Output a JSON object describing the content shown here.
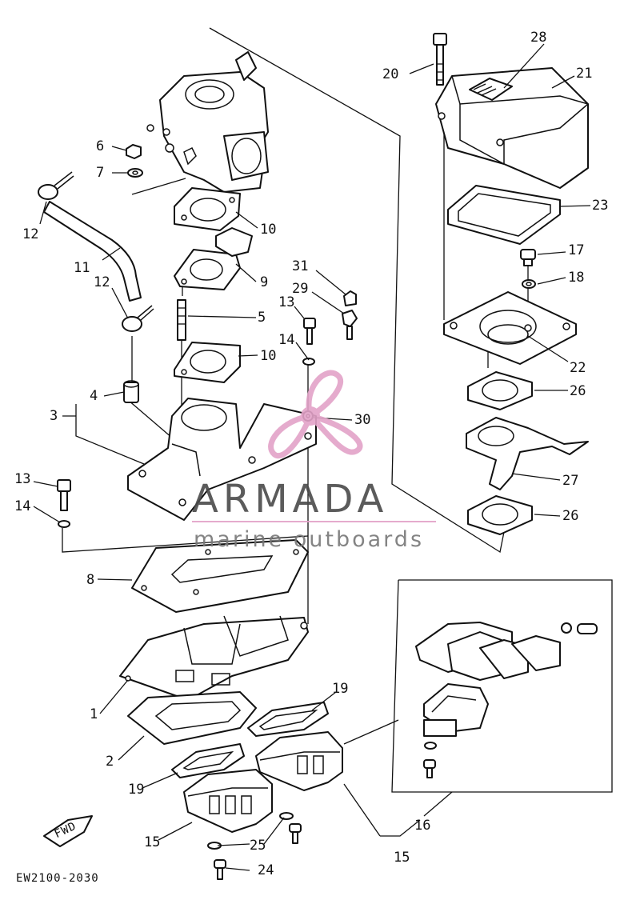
{
  "diagram": {
    "code": "EW2100-2030",
    "fwd_label": "FWD",
    "callouts": [
      {
        "id": "c28",
        "text": "28"
      },
      {
        "id": "c21",
        "text": "21"
      },
      {
        "id": "c20",
        "text": "20"
      },
      {
        "id": "c23",
        "text": "23"
      },
      {
        "id": "c17",
        "text": "17"
      },
      {
        "id": "c18",
        "text": "18"
      },
      {
        "id": "c22",
        "text": "22"
      },
      {
        "id": "c26a",
        "text": "26"
      },
      {
        "id": "c27",
        "text": "27"
      },
      {
        "id": "c26b",
        "text": "26"
      },
      {
        "id": "c6",
        "text": "6"
      },
      {
        "id": "c7",
        "text": "7"
      },
      {
        "id": "c12a",
        "text": "12"
      },
      {
        "id": "c10a",
        "text": "10"
      },
      {
        "id": "c11",
        "text": "11"
      },
      {
        "id": "c9",
        "text": "9"
      },
      {
        "id": "c31",
        "text": "31"
      },
      {
        "id": "c12b",
        "text": "12"
      },
      {
        "id": "c29",
        "text": "29"
      },
      {
        "id": "c13a",
        "text": "13"
      },
      {
        "id": "c5",
        "text": "5"
      },
      {
        "id": "c14a",
        "text": "14"
      },
      {
        "id": "c10b",
        "text": "10"
      },
      {
        "id": "c4",
        "text": "4"
      },
      {
        "id": "c3",
        "text": "3"
      },
      {
        "id": "c30",
        "text": "30"
      },
      {
        "id": "c13b",
        "text": "13"
      },
      {
        "id": "c14b",
        "text": "14"
      },
      {
        "id": "c8",
        "text": "8"
      },
      {
        "id": "c19a",
        "text": "19"
      },
      {
        "id": "c1",
        "text": "1"
      },
      {
        "id": "c2",
        "text": "2"
      },
      {
        "id": "c19b",
        "text": "19"
      },
      {
        "id": "c15a",
        "text": "15"
      },
      {
        "id": "c25",
        "text": "25"
      },
      {
        "id": "c16",
        "text": "16"
      },
      {
        "id": "c24",
        "text": "24"
      },
      {
        "id": "c15b",
        "text": "15"
      }
    ]
  },
  "watermark": {
    "brand": "ARMADA",
    "tagline": "marine outboards",
    "logo_color": "#e3a3c8",
    "text_color": "#4a4a4a"
  }
}
